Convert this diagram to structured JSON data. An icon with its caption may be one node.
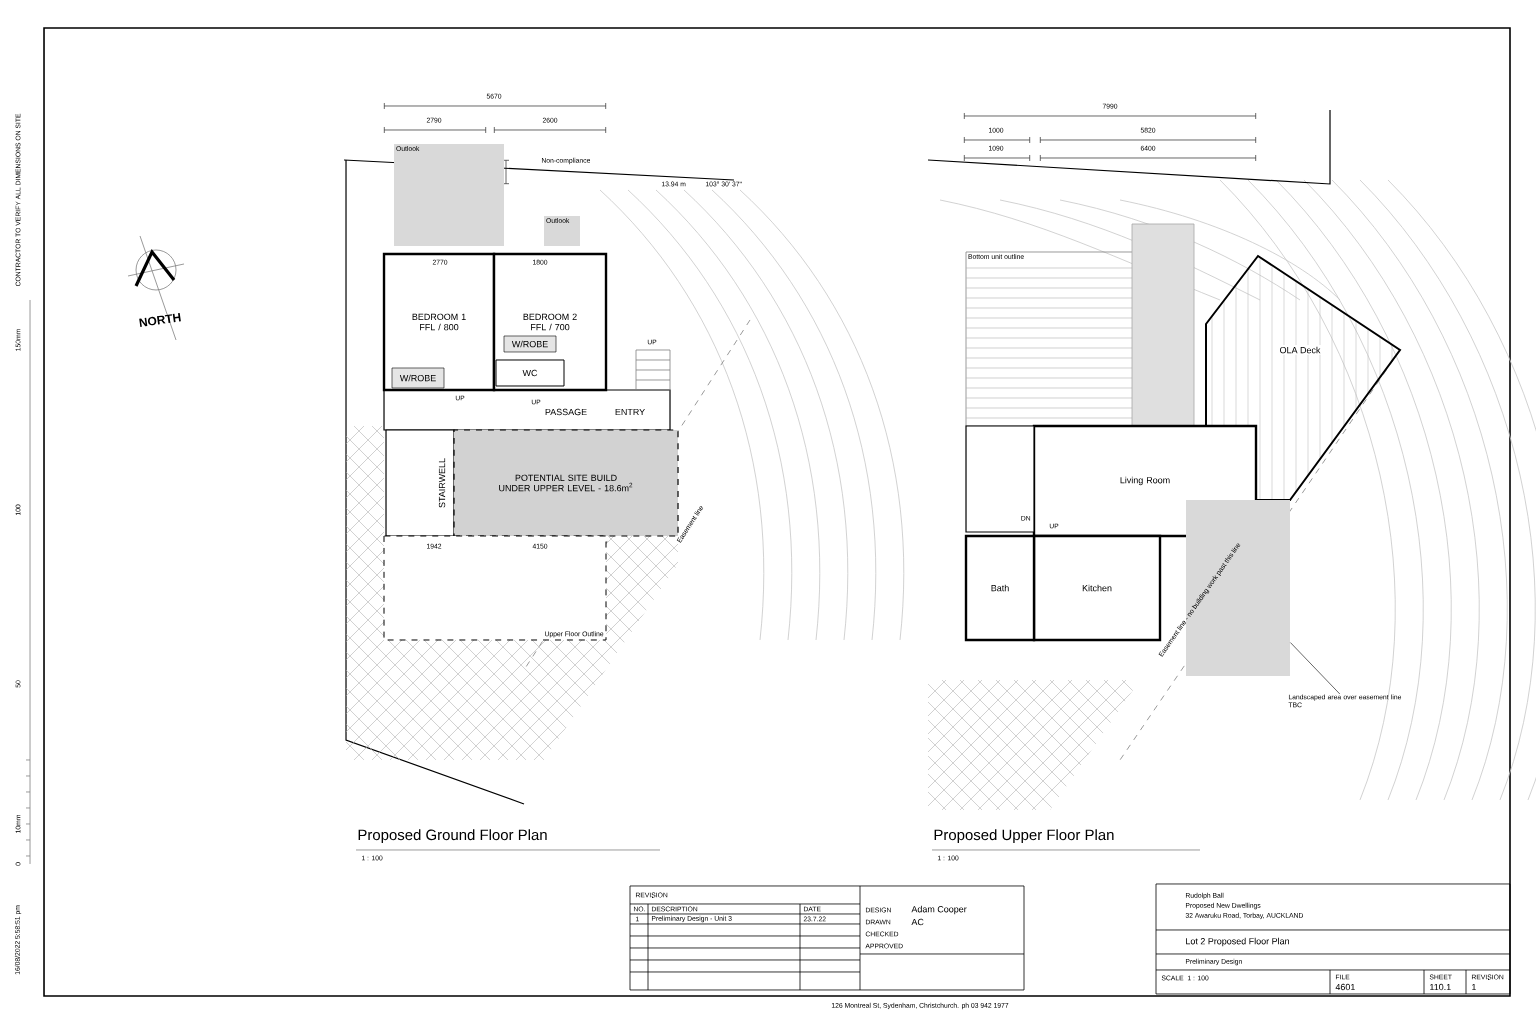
{
  "diagram": {
    "nodes": [
      {
        "text": [
          "Outlook"
        ]
      },
      {
        "text": [
          "Outlook"
        ]
      },
      {
        "text": [
          "BEDROOM 1",
          "FFL / 800"
        ]
      },
      {
        "text": [
          "BEDROOM 2",
          "FFL / 700"
        ]
      },
      {
        "text": [
          "W/ROBE"
        ],
        "in": 2
      },
      {
        "text": [
          "W/ROBE"
        ],
        "in": 3
      },
      {
        "text": [
          "WC"
        ],
        "in": 3
      },
      {
        "text": [
          "STAIRWELL"
        ]
      },
      {
        "text": [
          "POTENTIAL SITE BUILD UNDER UPPER LEVEL - 18.6m$^{2}$"
        ]
      },
      {
        "text": [
          "Upper Floor Outline"
        ]
      },
      {
        "text": [
          "Bottom unit outline"
        ]
      },
      {
        "text": [
          "OLA Deck"
        ]
      },
      {
        "text": [
          "Living Room"
        ]
      },
      {
        "text": [
          "DN"
        ]
      },
      {
        "text": [
          "Kitchen"
        ]
      },
      {
        "text": [
          "Bath"
        ]
      },
      {
        "text": [
          "Landscaped area over easement line TBC"
        ]
      },
      {
        "text": [],
        "shape": "box"
      }
    ],
    "edges": [
      {
        "from": 16,
        "to": 17,
        "arrow": "none"
      }
    ],
    "labels": [
      "Non-compliance",
      "13.94 m",
      "103° 30' 37\"",
      "5670",
      "2790",
      "2600",
      "2770",
      "1800",
      "PASSAGE",
      "ENTRY",
      "UP",
      "UP",
      "UP",
      "1942",
      "4150",
      "Easement line",
      "7990",
      "1000",
      "5820",
      "1090",
      "6400",
      "UP",
      "Easement line - no building work past this line",
      "Proposed Ground Floor Plan",
      "1 : 100",
      "Proposed Upper Floor Plan",
      "1 : 100",
      "NORTH",
      "CONTRACTOR TO VERIFY ALL DIMENSIONS ON SITE",
      "150mm",
      "100",
      "50",
      "0",
      "10mm",
      "16/08/2022 5:58:51 pm",
      "REVISION",
      "NO.",
      "DESCRIPTION",
      "DATE",
      "1",
      "Preliminary Design - Unit 3",
      "23.7.22",
      "DESIGN",
      "Adam Cooper",
      "DRAWN",
      "AC",
      "CHECKED",
      "APPROVED",
      "126 Montreal St, Sydenham, Christchurch. ph 03 942 1977",
      "Rudolph Ball",
      "Proposed New Dwellings",
      "32 Awaruku Road, Torbay, AUCKLAND",
      "Lot 2 Proposed Floor Plan",
      "Preliminary Design",
      "SCALE",
      "1 : 100",
      "FILE",
      "4601",
      "SHEET",
      "110.1",
      "REVISION",
      "1"
    ]
  }
}
